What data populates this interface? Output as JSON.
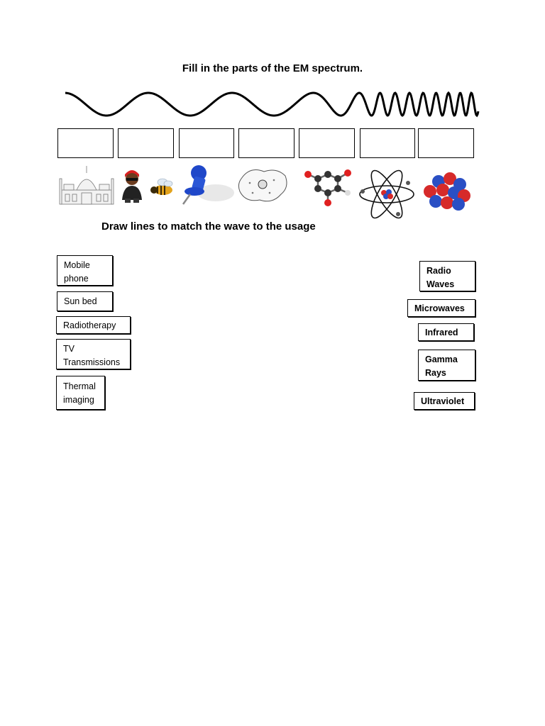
{
  "titles": {
    "spectrum": "Fill in the parts of the EM spectrum.",
    "match": "Draw lines to match the wave to the usage"
  },
  "blanks": [
    "",
    "",
    "",
    "",
    "",
    "",
    ""
  ],
  "pictures": [
    {
      "icon": "building-icon"
    },
    {
      "icon": "person-and-bee-icon"
    },
    {
      "icon": "pushpin-icon"
    },
    {
      "icon": "cell-icon"
    },
    {
      "icon": "molecule-icon"
    },
    {
      "icon": "atom-icon"
    },
    {
      "icon": "nucleus-icon"
    }
  ],
  "usages": [
    "Mobile phone",
    "Sun bed",
    "Radiotherapy",
    "TV Transmissions",
    "Thermal imaging"
  ],
  "waves": [
    "Radio Waves",
    "Microwaves",
    "Infrared",
    "Gamma Rays",
    "Ultraviolet"
  ],
  "colors": {
    "proton": "#d62a2a",
    "neutron": "#2a4fc4",
    "pin": "#1f47c9"
  }
}
